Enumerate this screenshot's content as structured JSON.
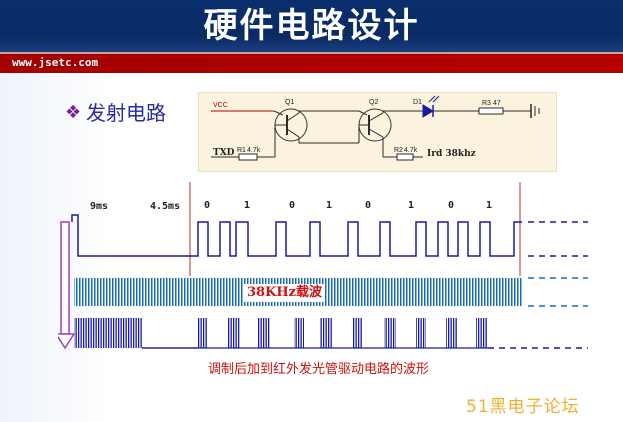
{
  "slide": {
    "title": "硬件电路设计",
    "url": "www.jsetc.com",
    "section": "发射电路",
    "bullet": "❖"
  },
  "circuit": {
    "vcc": "VCC",
    "q1": "Q1",
    "q2": "Q2",
    "d1": "D1",
    "r3": "R3",
    "r3_value": "47",
    "txd": "TXD",
    "r1": "R1",
    "r1_value": "4.7k",
    "r2": "R2",
    "r2_value": "4.7k",
    "ird": "Ird 38khz"
  },
  "waveform": {
    "label_9ms": "9ms",
    "label_4_5ms": "4.5ms",
    "bits": [
      "0",
      "1",
      "0",
      "1",
      "0",
      "1",
      "0",
      "1"
    ],
    "carrier_label": "38KHz载波",
    "caption": "调制后加到红外发光管驱动电路的波形"
  },
  "watermark": "51黑电子论坛"
}
